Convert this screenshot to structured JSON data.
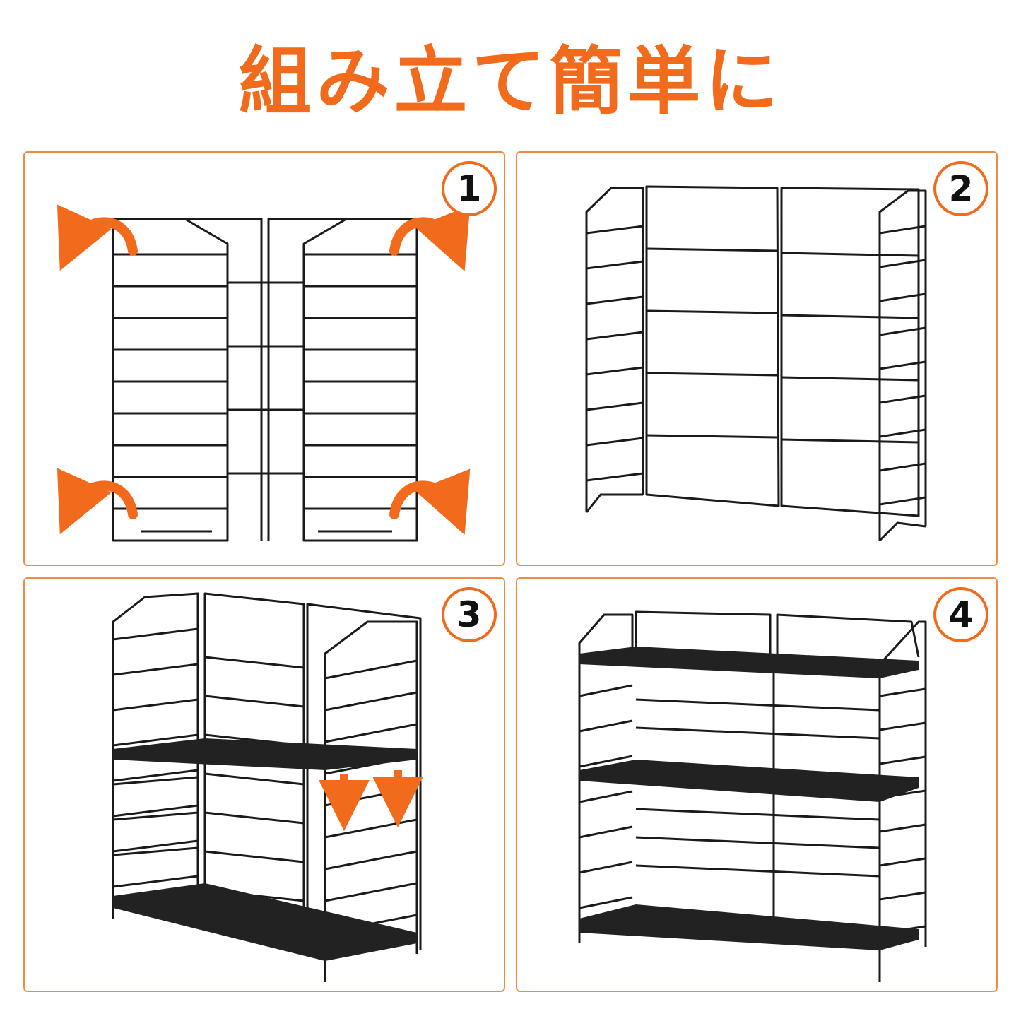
{
  "title": "組み立て簡単に",
  "steps": [
    {
      "number": "1"
    },
    {
      "number": "2"
    },
    {
      "number": "3"
    },
    {
      "number": "4"
    }
  ],
  "colors": {
    "accent": "#F26B1D",
    "frame": "#1a1a1a",
    "shelf": "#222222"
  }
}
